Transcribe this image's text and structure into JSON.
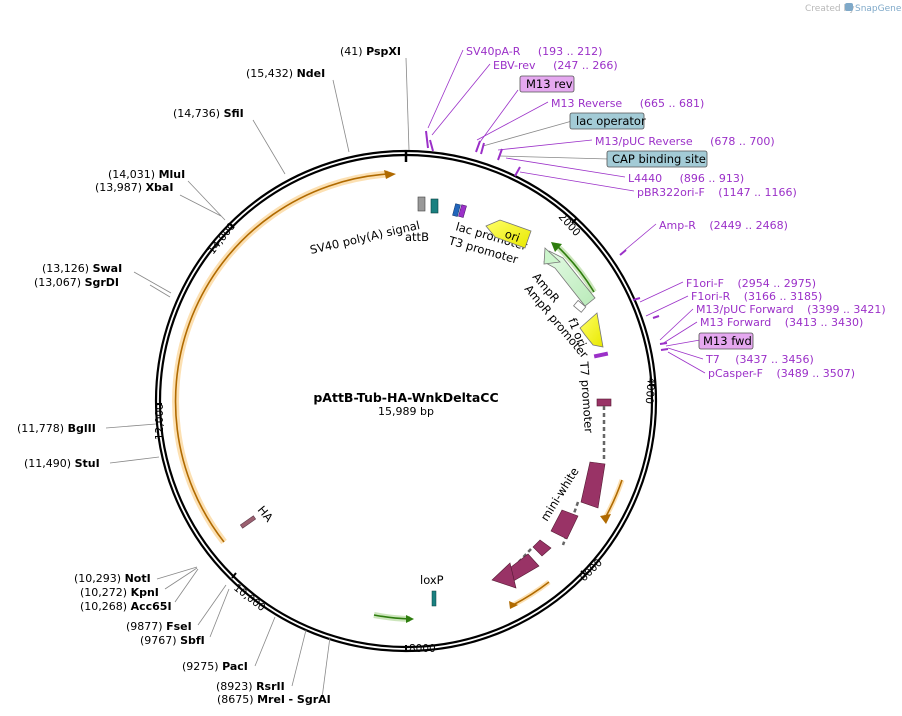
{
  "credit": {
    "prefix": "Created by",
    "brand": "SnapGene"
  },
  "plasmid": {
    "name": "pAttB-Tub-HA-WnkDeltaCC",
    "length": "15,989 bp"
  },
  "ticks": [
    "2000",
    "4000",
    "6000",
    "8000",
    "10,000",
    "12,000",
    "14,000"
  ],
  "sites_left": [
    {
      "pos": "(41)",
      "name": "PspXI"
    },
    {
      "pos": "(15,432)",
      "name": "NdeI"
    },
    {
      "pos": "(14,736)",
      "name": "SfiI"
    },
    {
      "pos": "(14,031)",
      "name": "MluI"
    },
    {
      "pos": "(13,987)",
      "name": "XbaI"
    },
    {
      "pos": "(13,126)",
      "name": "SwaI"
    },
    {
      "pos": "(13,067)",
      "name": "SgrDI"
    },
    {
      "pos": "(11,778)",
      "name": "BglII"
    },
    {
      "pos": "(11,490)",
      "name": "StuI"
    },
    {
      "pos": "(10,293)",
      "name": "NotI"
    },
    {
      "pos": "(10,272)",
      "name": "KpnI"
    },
    {
      "pos": "(10,268)",
      "name": "Acc65I"
    },
    {
      "pos": "(9877)",
      "name": "FseI"
    },
    {
      "pos": "(9767)",
      "name": "SbfI"
    },
    {
      "pos": "(9275)",
      "name": "PacI"
    },
    {
      "pos": "(8923)",
      "name": "RsrII"
    },
    {
      "pos": "(8675)",
      "name": "MreI",
      "extra": "- SgrAI"
    }
  ],
  "primers": [
    {
      "name": "SV40pA-R",
      "range": "(193 .. 212)"
    },
    {
      "name": "EBV-rev",
      "range": "(247 .. 266)"
    },
    {
      "name": "M13 Reverse",
      "range": "(665 .. 681)"
    },
    {
      "name": "M13/pUC Reverse",
      "range": "(678 .. 700)"
    },
    {
      "name": "L4440",
      "range": "(896 .. 913)"
    },
    {
      "name": "pBR322ori-F",
      "range": "(1147 .. 1166)"
    },
    {
      "name": "Amp-R",
      "range": "(2449 .. 2468)"
    },
    {
      "name": "F1ori-F",
      "range": "(2954 .. 2975)"
    },
    {
      "name": "F1ori-R",
      "range": "(3166 .. 3185)"
    },
    {
      "name": "M13/pUC Forward",
      "range": "(3399 .. 3421)"
    },
    {
      "name": "M13 Forward",
      "range": "(3413 .. 3430)"
    },
    {
      "name": "T7",
      "range": "(3437 .. 3456)"
    },
    {
      "name": "pCasper-F",
      "range": "(3489 .. 3507)"
    }
  ],
  "boxes": [
    {
      "text": "M13 rev",
      "kind": "primer-box"
    },
    {
      "text": "lac operator",
      "kind": "feature-box"
    },
    {
      "text": "CAP binding site",
      "kind": "feature-box"
    },
    {
      "text": "M13 fwd",
      "kind": "primer-box"
    }
  ],
  "features": {
    "sv40": "SV40 poly(A) signal",
    "attb": "attB",
    "lacpro": "lac promoter",
    "t3": "T3 promoter",
    "ori": "ori",
    "ampr": "AmpR",
    "amprpro": "AmpR promoter",
    "f1": "f1 ori",
    "t7": "T7 promoter",
    "miniwhite": "mini-white",
    "loxp": "loxP",
    "ha": "HA"
  },
  "colors": {
    "backbone": "#000000",
    "primer": "#9b30c8",
    "ori": "#ffff00",
    "ampr": "#ccf5cc",
    "miniwhite": "#993366",
    "orf_orange": "#f5a623",
    "orf_green": "#55aa22",
    "feature_box": "#a3cbd6",
    "primer_box": "#e5a8f0"
  }
}
